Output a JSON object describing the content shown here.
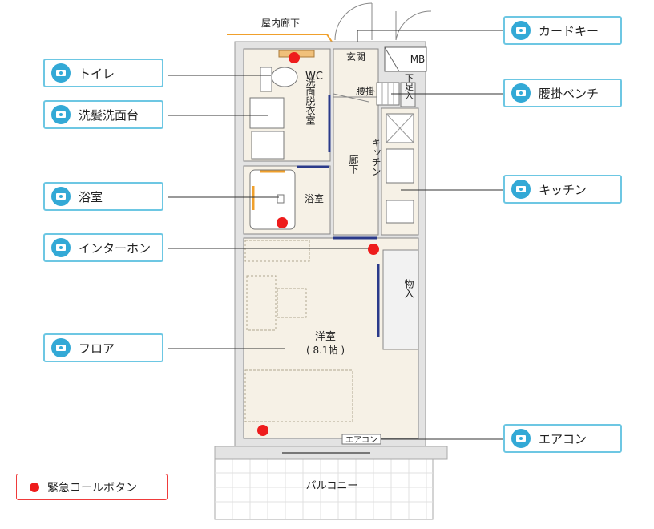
{
  "plan": {
    "hallway_outside": "屋内廊下",
    "genkan": "玄関",
    "mb": "MB",
    "wc": "WC",
    "koshikake": "腰掛",
    "shita_iri": "下足入",
    "senmen_datsuijo": "洗面脱衣室",
    "roka": "廊下",
    "kitchen": "キッチン",
    "yokushitsu": "浴室",
    "monoire": "物入",
    "western_room": "洋室",
    "western_room_size": "( 8.1帖 )",
    "aircon_unit": "エアコン",
    "balcony": "バルコニー"
  },
  "callouts": {
    "card_key": "カードキー",
    "toilet": "トイレ",
    "koshikake_bench": "腰掛ベンチ",
    "senpatsu_senmendai": "洗髪洗面台",
    "kitchen": "キッチン",
    "bathroom": "浴室",
    "intercom": "インターホン",
    "floor": "フロア",
    "aircon": "エアコン"
  },
  "legend": {
    "emergency_button": "緊急コールボタン"
  },
  "colors": {
    "emergency_dot": "#ee1c1c",
    "callout_border": "#6dc7e3",
    "camera_icon": "#33a9d6",
    "wall": "#e3e3e3",
    "floor": "#f6f1e6"
  }
}
